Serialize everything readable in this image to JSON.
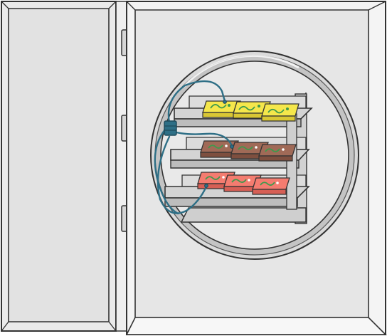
{
  "illustration": {
    "subject": "freeze-dryer-with-open-door",
    "components": [
      {
        "name": "open-door",
        "icon": "door-panel-icon"
      },
      {
        "name": "door-hinges",
        "count": 3
      },
      {
        "name": "cabinet-interior"
      },
      {
        "name": "vacuum-chamber",
        "shape": "circle"
      },
      {
        "name": "shelf-rack",
        "shelves": 3
      },
      {
        "name": "sensor-probes",
        "count": 3
      }
    ],
    "trays": [
      {
        "food": "yellow",
        "pieces": 3,
        "color": "#F5E74B"
      },
      {
        "food": "brown",
        "pieces": 3,
        "color": "#A06A57"
      },
      {
        "food": "red",
        "pieces": 3,
        "color": "#F47C70"
      }
    ],
    "colors": {
      "panel_fill": "#EAEAEA",
      "outline": "#333333",
      "chamber_ring": "#BDBDBD",
      "shelf_fill": "#D8D8D8",
      "cable": "#2E6F86",
      "garnish": "#3E9A4C"
    }
  }
}
